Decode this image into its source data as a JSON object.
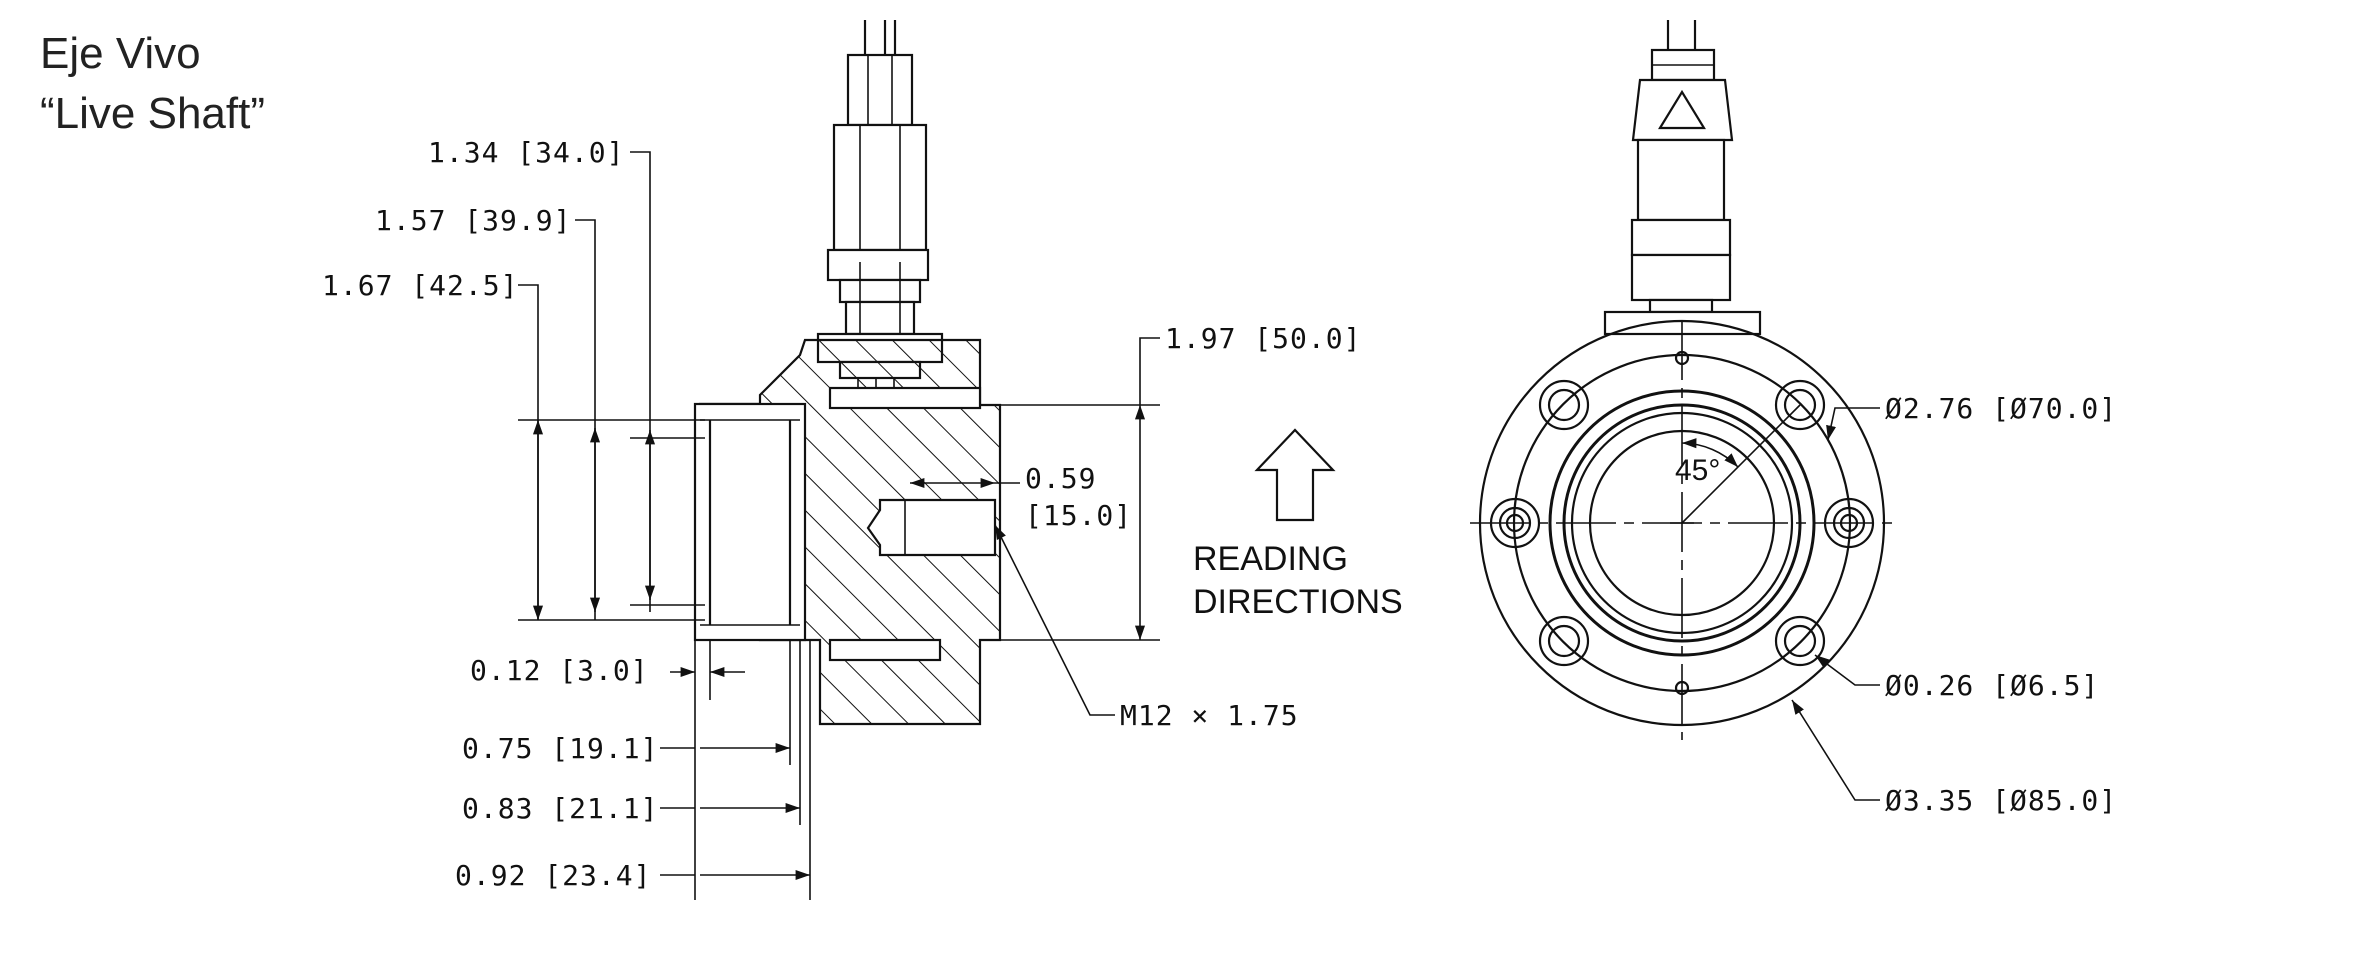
{
  "title": {
    "line1": "Eje Vivo",
    "line2": "“Live Shaft”"
  },
  "side_view": {
    "dims": {
      "d134": "1.34 [34.0]",
      "d157": "1.57 [39.9]",
      "d167": "1.67 [42.5]",
      "d197": "1.97 [50.0]",
      "d059a": "0.59",
      "d059b": "[15.0]",
      "d012": "0.12 [3.0]",
      "d075": "0.75 [19.1]",
      "d083": "0.83 [21.1]",
      "d092": "0.92 [23.4]",
      "thread": "M12 × 1.75"
    },
    "reading": {
      "line1": "READING",
      "line2": "DIRECTIONS"
    }
  },
  "front_view": {
    "dims": {
      "d276": "Ø2.76 [Ø70.0]",
      "d026": "Ø0.26 [Ø6.5]",
      "d335": "Ø3.35 [Ø85.0]",
      "angle": "45°"
    }
  }
}
